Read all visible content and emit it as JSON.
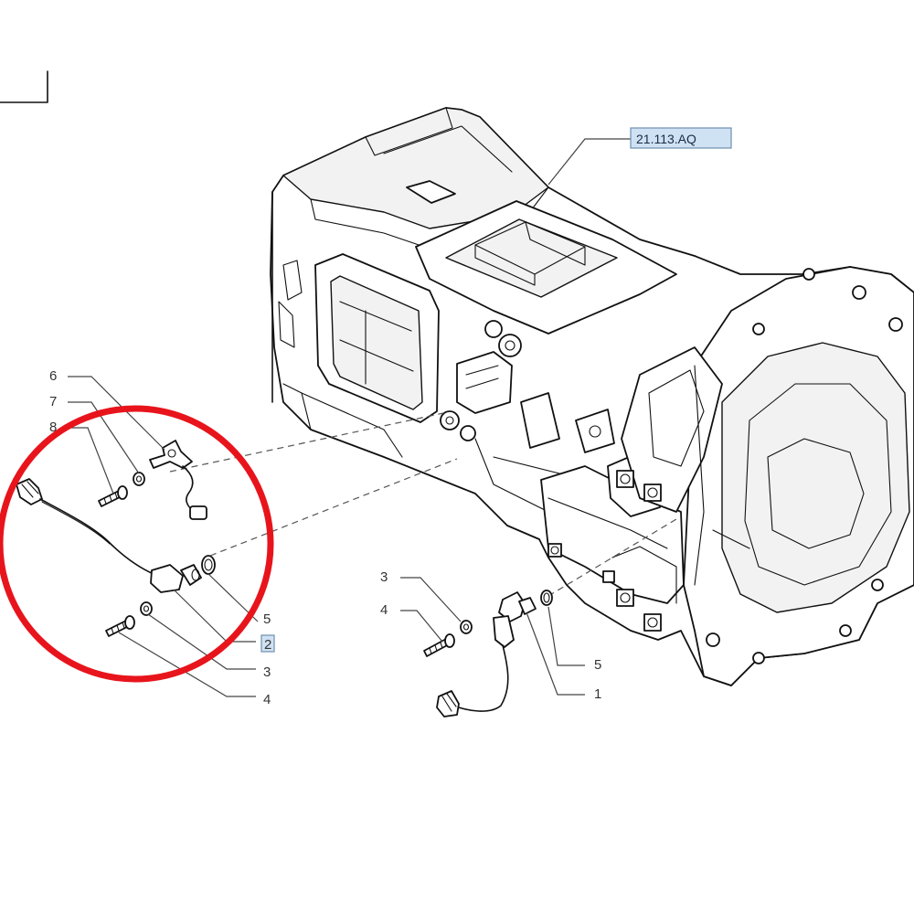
{
  "diagram": {
    "reference_code": "21.113.AQ",
    "highlight_color": "#e8141c",
    "reference_box_color": "#cfe2f3",
    "callouts": {
      "left_6": "6",
      "left_7": "7",
      "left_8": "8",
      "left_5": "5",
      "left_2": "2",
      "left_3": "3",
      "left_4": "4",
      "right_3": "3",
      "right_4": "4",
      "right_5": "5",
      "right_1": "1"
    }
  }
}
